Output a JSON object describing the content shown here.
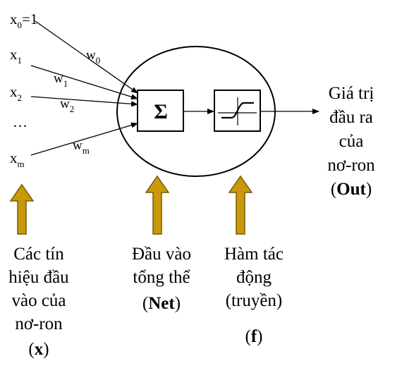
{
  "inputs": {
    "x0": {
      "base": "x",
      "sub": "0",
      "suffix": "=1"
    },
    "x1": {
      "base": "x",
      "sub": "1"
    },
    "x2": {
      "base": "x",
      "sub": "2"
    },
    "dots": "…",
    "xm": {
      "base": "x",
      "sub": "m"
    }
  },
  "weights": {
    "w0": {
      "base": "w",
      "sub": "0"
    },
    "w1": {
      "base": "w",
      "sub": "1"
    },
    "w2": {
      "base": "w",
      "sub": "2"
    },
    "wm": {
      "base": "w",
      "sub": "m"
    }
  },
  "sum_symbol": "Σ",
  "output_label": {
    "lines": [
      "Giá trị",
      "đầu ra",
      "của",
      "nơ-ron"
    ],
    "paren_open": "(",
    "bold": "Out",
    "paren_close": ")"
  },
  "captions": {
    "inputs": {
      "lines": [
        "Các tín",
        "hiệu đầu",
        "vào của",
        "nơ-ron"
      ],
      "paren_open": "(",
      "bold": "x",
      "paren_close": ")"
    },
    "net": {
      "lines": [
        "Đầu vào",
        "tổng thể"
      ],
      "paren_open": "(",
      "bold": "Net",
      "paren_close": ")"
    },
    "activation": {
      "lines": [
        "Hàm tác",
        "động",
        "(truyền)"
      ],
      "paren_open": "(",
      "bold": "f",
      "paren_close": ")"
    }
  },
  "colors": {
    "arrow_fill": "#C89A0A",
    "arrow_stroke": "#7A5A00",
    "line": "#000000",
    "background": "#FFFFFF"
  }
}
